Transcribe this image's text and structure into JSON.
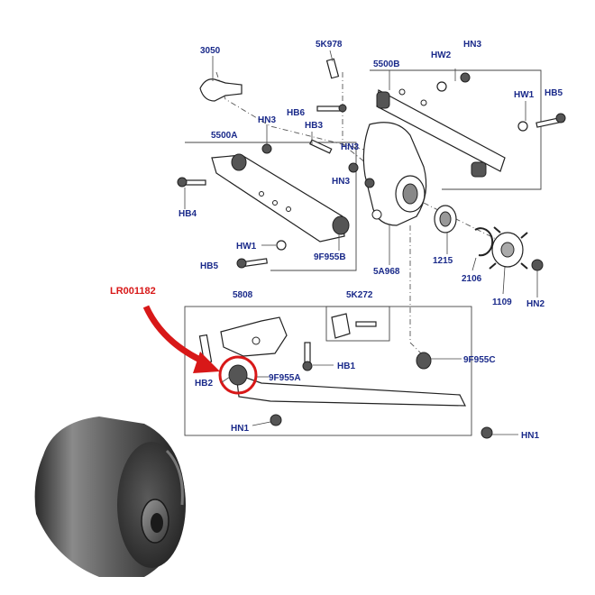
{
  "callout": {
    "part_number": "LR001182",
    "color": "#d81818"
  },
  "labels": {
    "3050": "3050",
    "5K978": "5K978",
    "5500B": "5500B",
    "HW2": "HW2",
    "HN3_top": "HN3",
    "HW1_right": "HW1",
    "HB5_right": "HB5",
    "HB6": "HB6",
    "HN3_left": "HN3",
    "HB3": "HB3",
    "HN3_mid": "HN3",
    "HN3_mid2": "HN3",
    "5500A": "5500A",
    "HB4": "HB4",
    "HW1_left": "HW1",
    "HB5_left": "HB5",
    "9F955B": "9F955B",
    "5A968": "5A968",
    "1215": "1215",
    "2106": "2106",
    "1109": "1109",
    "HN2": "HN2",
    "5808": "5808",
    "5K272": "5K272",
    "HB2": "HB2",
    "HB1": "HB1",
    "9F955A": "9F955A",
    "9F955C": "9F955C",
    "HN1_left": "HN1",
    "HN1_right": "HN1"
  },
  "colors": {
    "label": "#1a2a8a",
    "highlight": "#d81818",
    "bushing_dark": "#3a3a3a"
  }
}
